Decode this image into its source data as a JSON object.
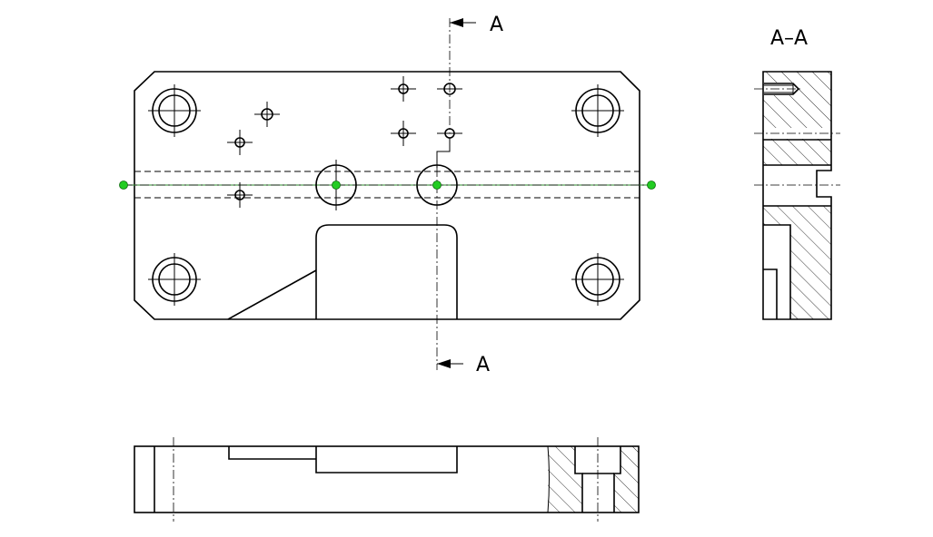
{
  "section_marker_top": "A",
  "section_marker_bottom": "A",
  "section_view_title": "A–A",
  "colors": {
    "line": "#000000",
    "snap_point": "#22cc22",
    "selected_centerline": "#2a8a2a"
  }
}
